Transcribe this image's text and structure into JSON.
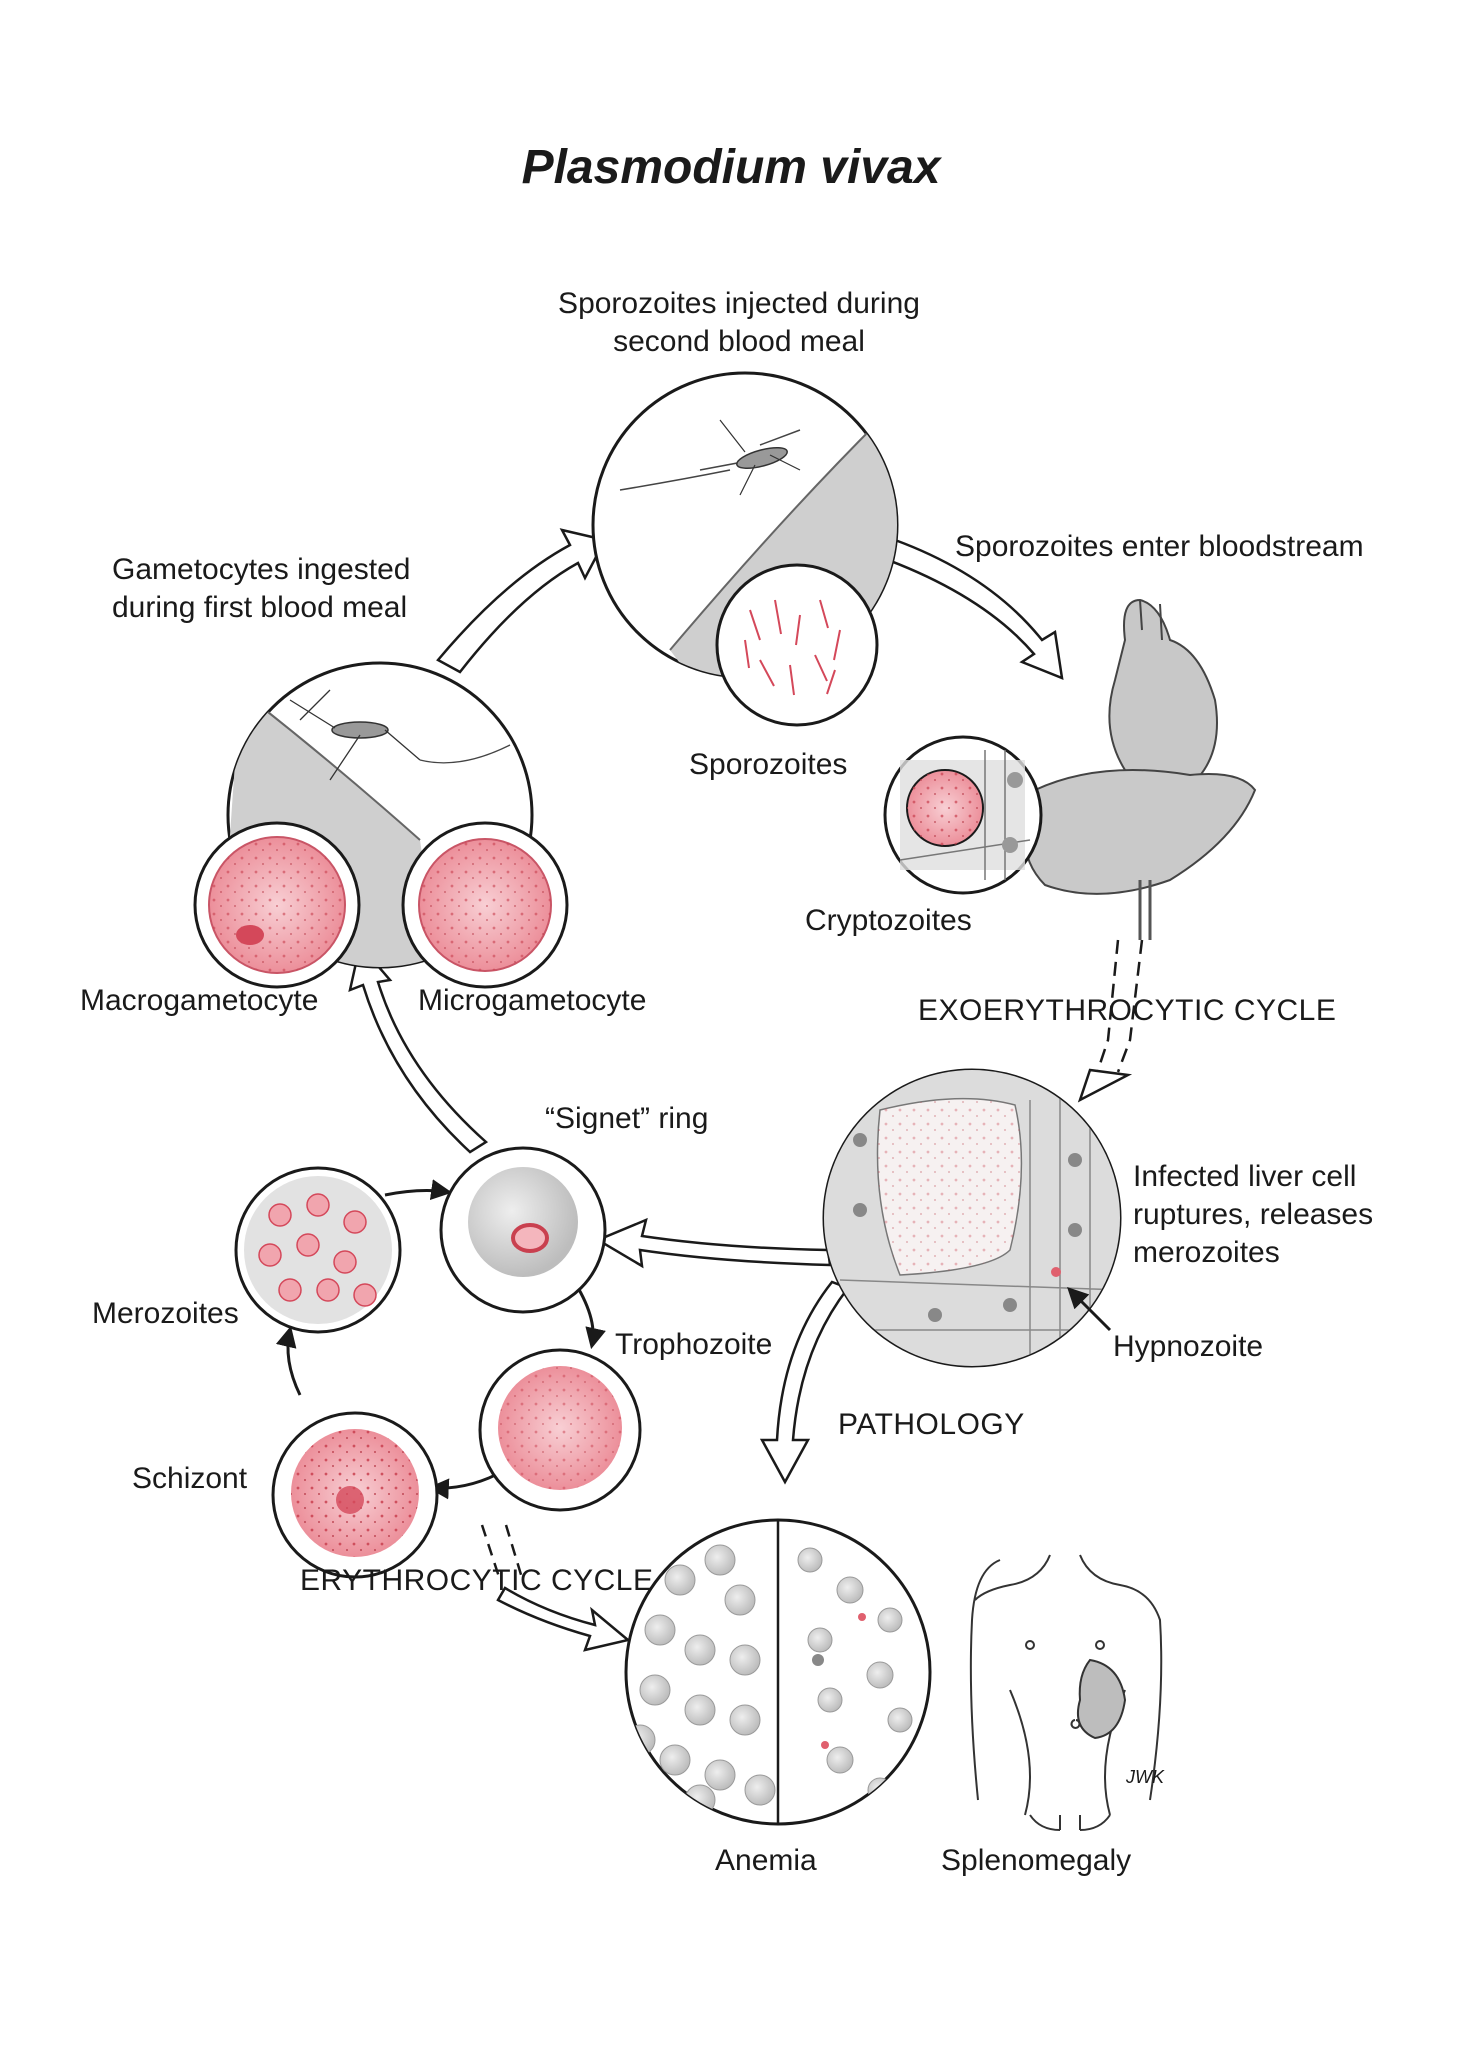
{
  "title": "Plasmodium vivax",
  "labels": {
    "sporozoites_injected": "Sporozoites injected during\nsecond blood meal",
    "sporozoites_enter": "Sporozoites enter bloodstream",
    "gametocytes_ingested": "Gametocytes ingested\nduring first blood meal",
    "sporozoites": "Sporozoites",
    "cryptozoites": "Cryptozoites",
    "macrogametocyte": "Macrogametocyte",
    "microgametocyte": "Microgametocyte",
    "exoerythrocytic_cycle": "EXOERYTHROCYTIC CYCLE",
    "signet_ring": "“Signet” ring",
    "infected_liver_cell": "Infected liver cell\nruptures, releases\nmerozoites",
    "merozoites": "Merozoites",
    "trophozoite": "Trophozoite",
    "hypnozoite": "Hypnozoite",
    "pathology": "PATHOLOGY",
    "schizont": "Schizont",
    "erythrocytic_cycle": "ERYTHROCYTIC CYCLE",
    "anemia": "Anemia",
    "splenomegaly": "Splenomegaly",
    "signature": "JWK"
  },
  "colors": {
    "infection_red": "#e0606e",
    "cell_pink": "#f4b6bd",
    "tissue_gray": "#c8c8c8",
    "outline": "#1a1a1a"
  }
}
